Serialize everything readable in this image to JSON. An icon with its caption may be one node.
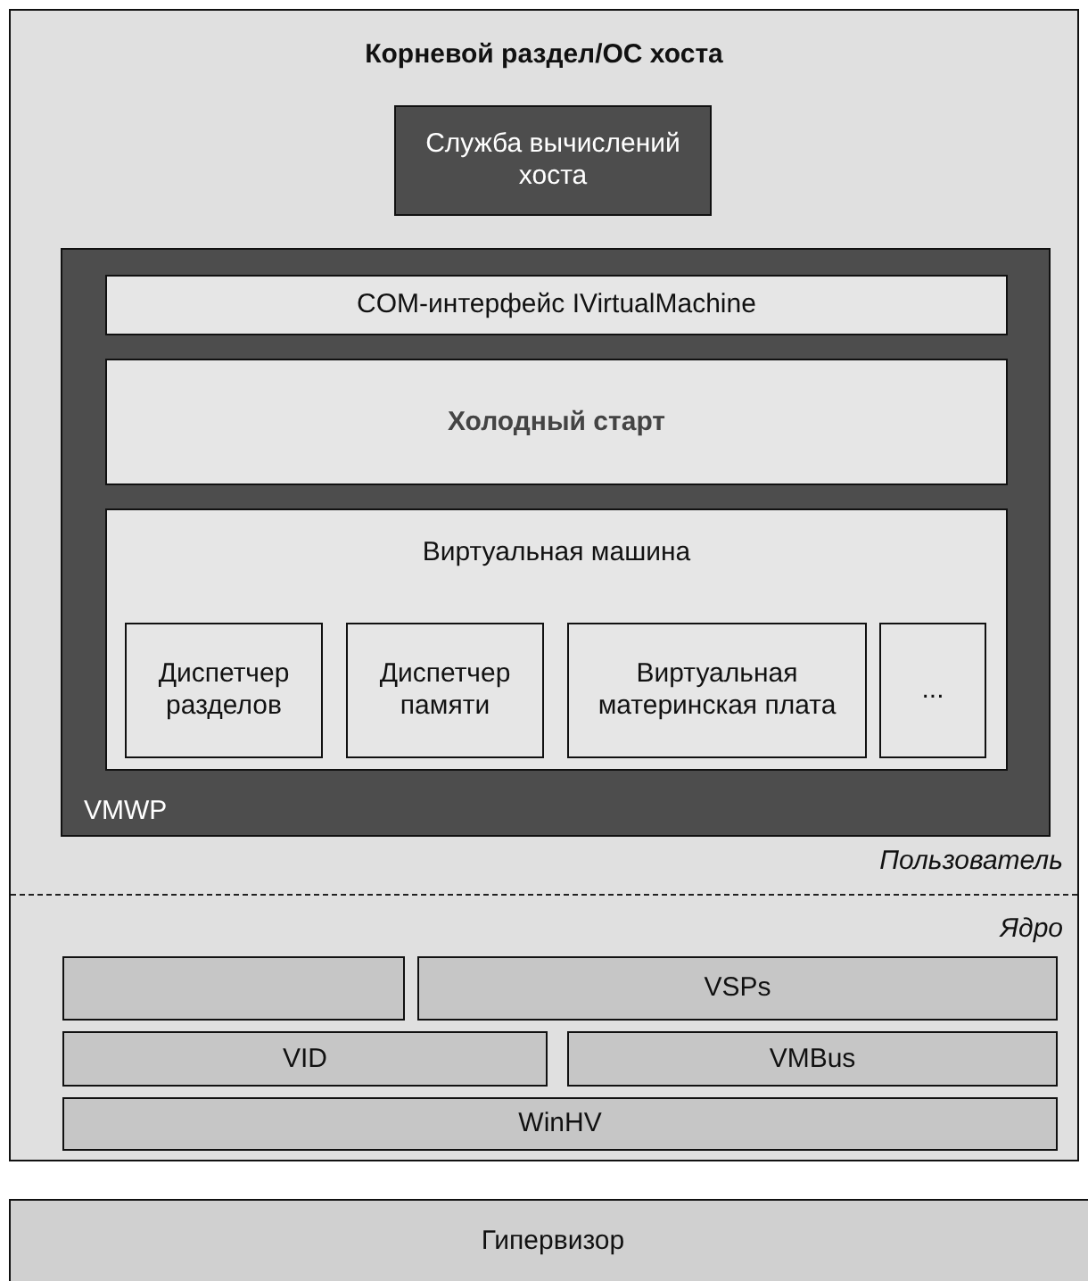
{
  "diagram": {
    "nodes": [
      {
        "text": [
          "Корневой раздел/ОС хоста"
        ]
      },
      {
        "text": [
          "Служба вычислений хоста"
        ],
        "in": 0
      },
      {
        "text": [
          "VMWP"
        ],
        "in": 0
      },
      {
        "text": [
          "COM-интерфейс IVirtualMachine"
        ],
        "in": 2
      },
      {
        "text": [
          "Холодный старт"
        ],
        "in": 2
      },
      {
        "text": [
          "Виртуальная машина"
        ],
        "in": 2
      },
      {
        "text": [
          "Диспетчер разделов"
        ],
        "in": 5
      },
      {
        "text": [
          "Диспетчер памяти"
        ],
        "in": 5
      },
      {
        "text": [
          "Виртуальная материнская плата"
        ],
        "in": 5
      },
      {
        "text": [
          "..."
        ],
        "in": 5
      },
      {
        "text": [],
        "shape": "box",
        "in": 0
      },
      {
        "text": [
          "VSPs"
        ],
        "in": 0
      },
      {
        "text": [
          "VID"
        ],
        "in": 0
      },
      {
        "text": [
          "VMBus"
        ],
        "in": 0
      },
      {
        "text": [
          "WinHV"
        ],
        "in": 0
      },
      {
        "text": [
          "Гипервизор"
        ]
      }
    ],
    "edges": [],
    "labels": [
      "Пользователь",
      "Ядро"
    ]
  }
}
